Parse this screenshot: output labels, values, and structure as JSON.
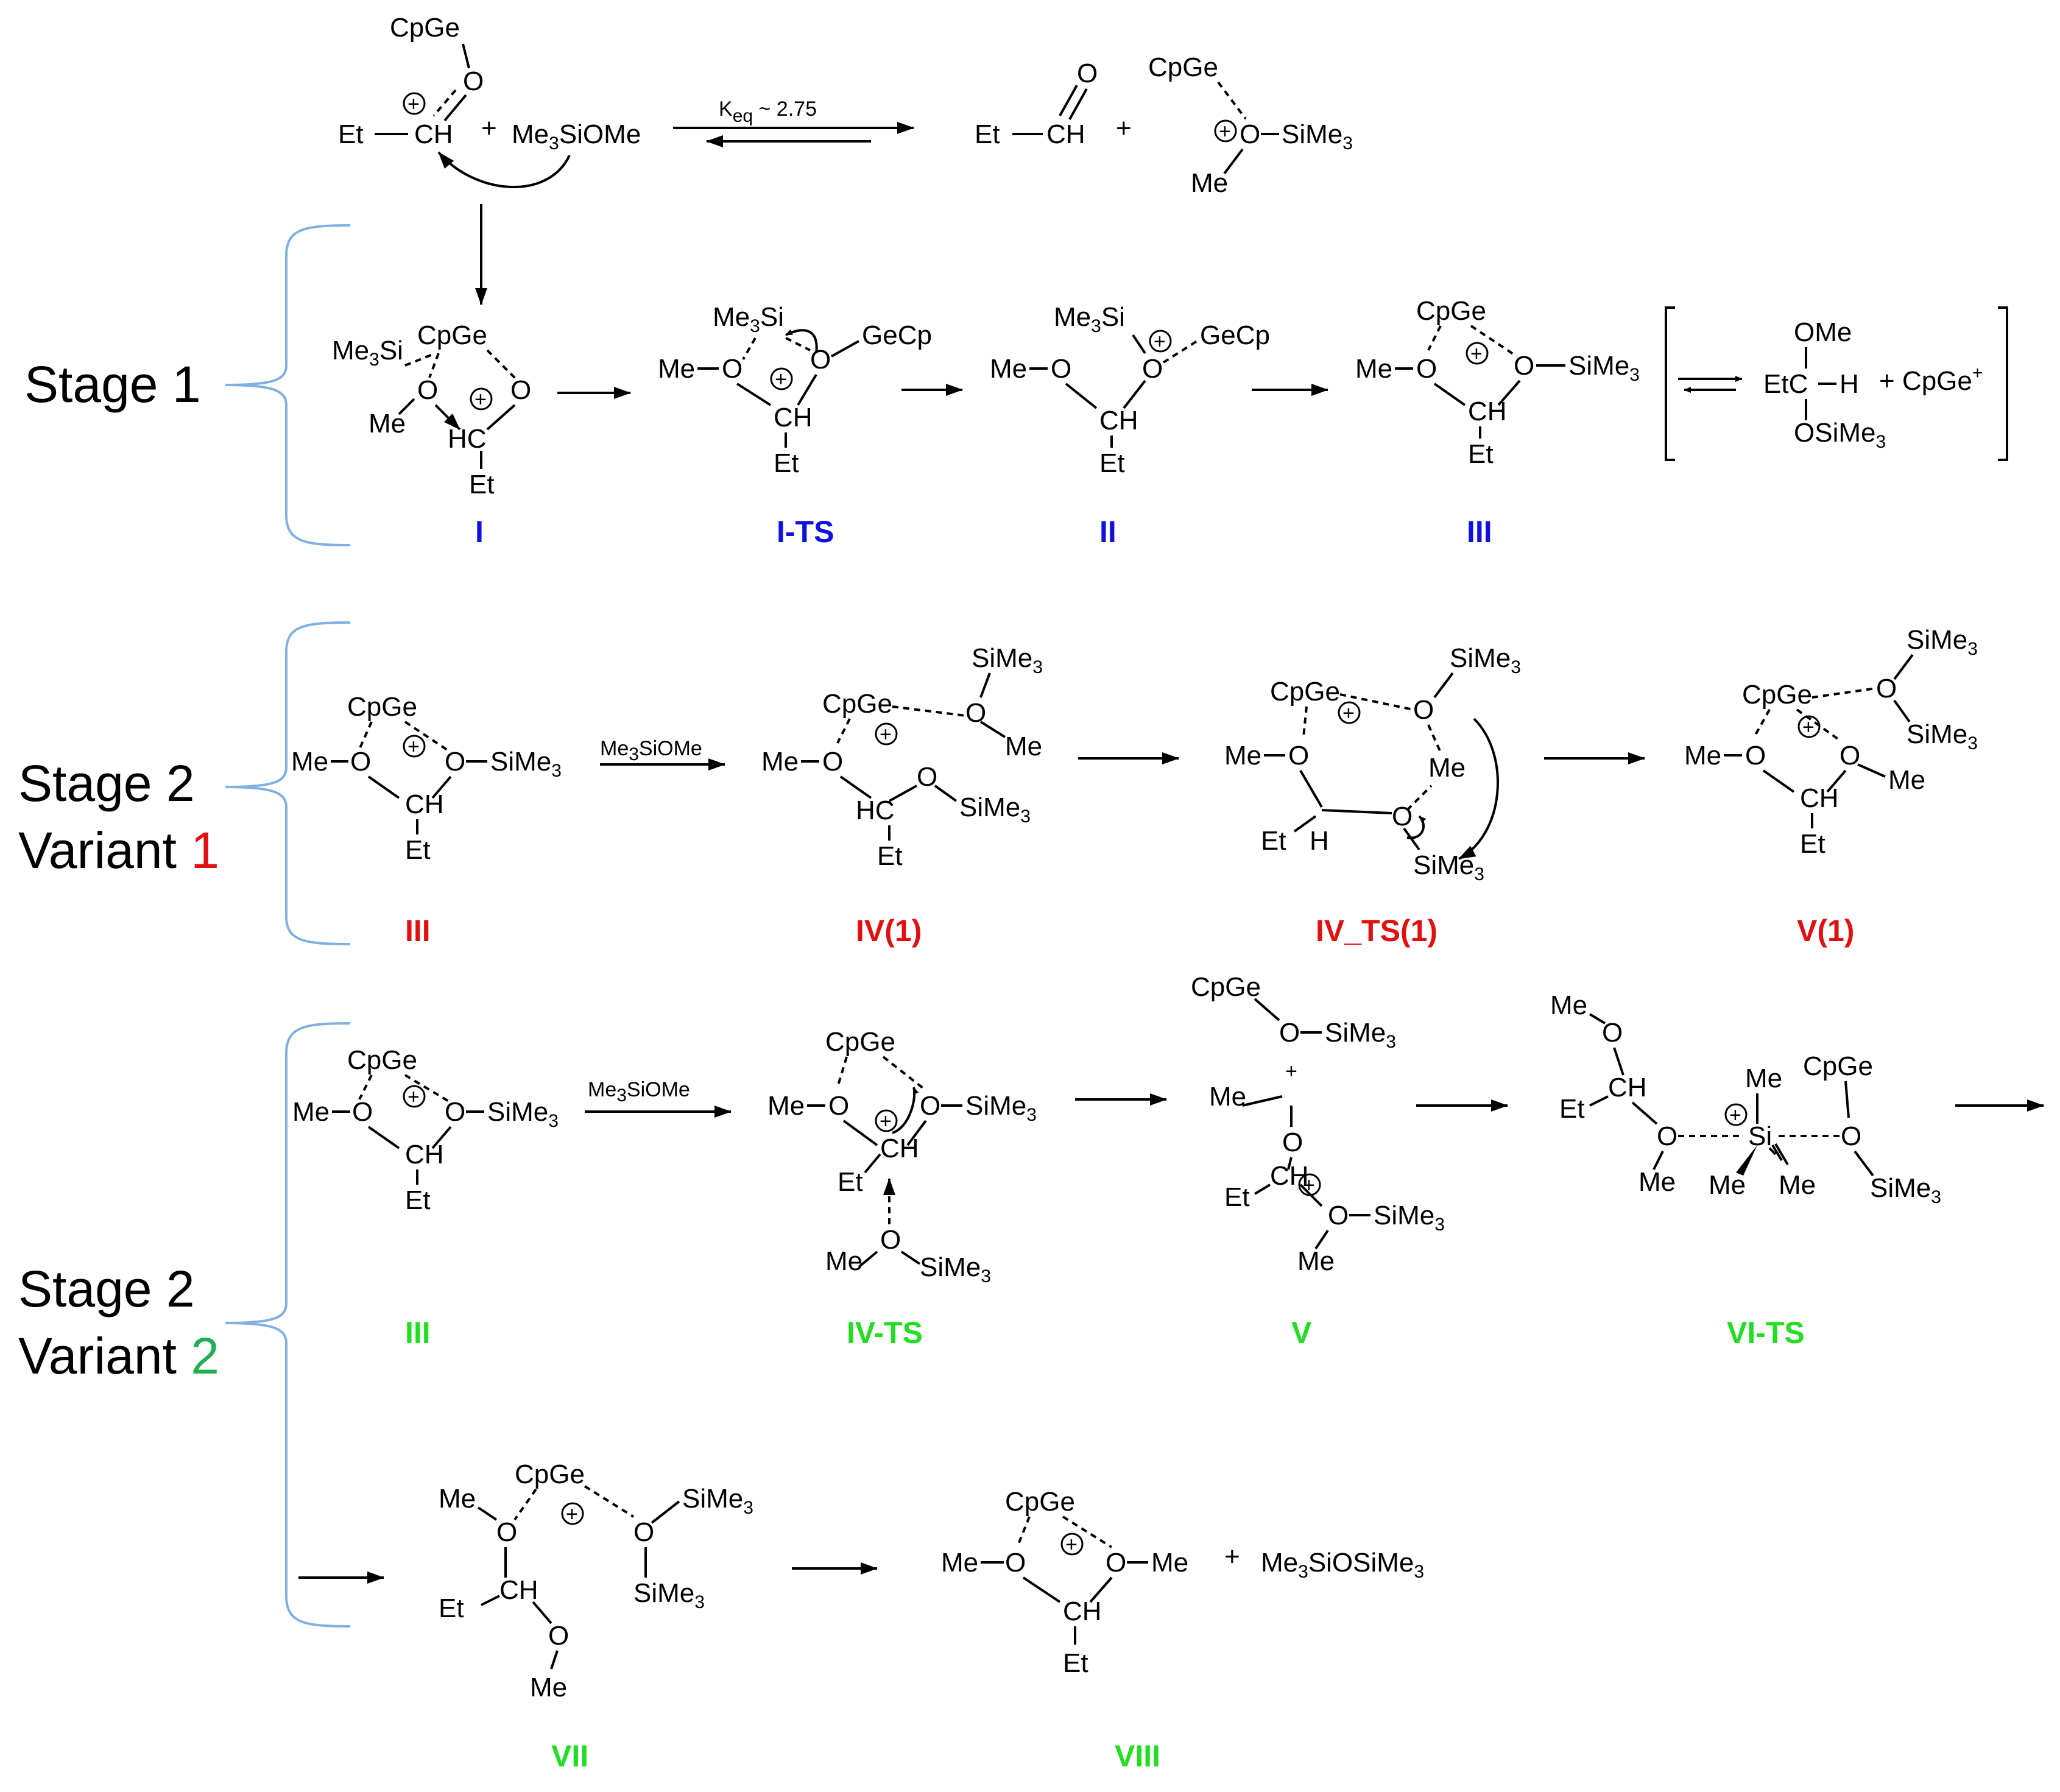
{
  "colors": {
    "stage1_label": "#1010e0",
    "variant1_label": "#e01010",
    "variant2_label": "#22dd22",
    "variant1_number": "#e01010",
    "variant2_number": "#20b050",
    "brace": "#7fb0e0"
  },
  "header": {
    "reactant_cation": "CpGe",
    "reactant_o": "O",
    "reactant_et": "Et",
    "reactant_ch": "CH",
    "plus1": "+",
    "reagent": "Me3SiOMe",
    "keq": "Keq ~ 2.75",
    "product_aldehyde_et": "Et",
    "product_aldehyde_ch": "CH",
    "product_aldehyde_o": "O",
    "plus2": "+",
    "product_oxonium_cpge": "CpGe",
    "product_oxonium_o": "O",
    "product_oxonium_sime3": "SiMe3",
    "product_oxonium_me": "Me"
  },
  "stages": {
    "stage1": "Stage 1",
    "stage2a_line1": "Stage 2",
    "stage2a_line2": "Variant ",
    "stage2a_num": "1",
    "stage2b_line1": "Stage 2",
    "stage2b_line2": "Variant ",
    "stage2b_num": "2"
  },
  "labels": {
    "I": "I",
    "I_TS": "I-TS",
    "II": "II",
    "III": "III",
    "III_v1": "III",
    "IV1": "IV(1)",
    "IV_TS1": "IV_TS(1)",
    "V1": "V(1)",
    "III_v2": "III",
    "IV_TS": "IV-TS",
    "V": "V",
    "VI_TS": "VI-TS",
    "VII": "VII",
    "VIII": "VIII"
  },
  "reagents": {
    "v1_arrow": "Me3SiOMe",
    "v2_arrow": "Me3SiOMe"
  },
  "side_products": {
    "bracket_ome": "OMe",
    "bracket_etc": "EtC",
    "bracket_h": "H",
    "bracket_osime3": "OSiMe3",
    "bracket_cpge": "+ CpGe+",
    "final": "Me3SiOSiMe3",
    "final_plus": "+"
  }
}
